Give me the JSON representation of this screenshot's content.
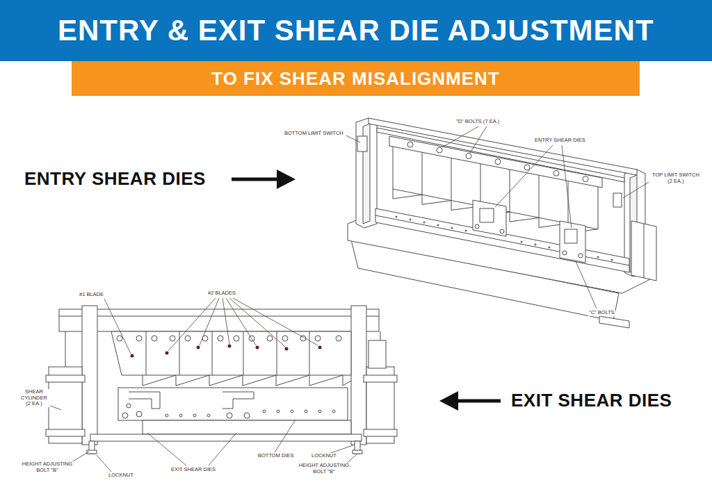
{
  "diagram": {
    "title": "ENTRY & EXIT SHEAR DIE ADJUSTMENT",
    "nodes": [
      {
        "text": [
          "TO FIX SHEAR MISALIGNMENT"
        ]
      }
    ],
    "labels": [
      "ENTRY SHEAR DIES",
      "BOTTOM LIMIT SWITCH",
      "\"D\" BOLTS (7 EA.)",
      "ENTRY SHEAR DIES",
      "TOP LIMIT SWITCH (2 EA.)",
      "\"C\" BOLTS",
      "#1 BLADE",
      "#2 BLADES",
      "SHEAR CYLINDER (2 EA.)",
      "HEIGHT ADJUSTING BOLT \"B\"",
      "LOCKNUT",
      "EXIT SHEAR DIES",
      "BOTTOM DIES",
      "LOCKNUT",
      "HEIGHT ADJUSTING BOLT \"B\"",
      "EXIT SHEAR DIES"
    ]
  }
}
